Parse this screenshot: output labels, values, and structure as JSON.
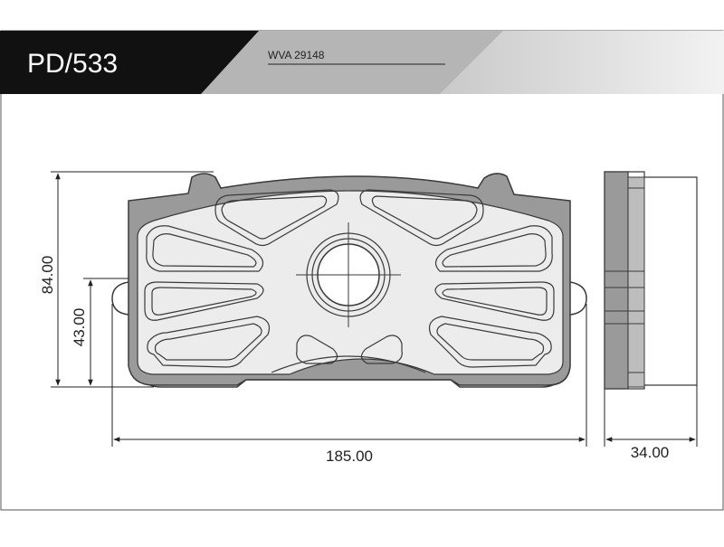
{
  "header": {
    "part_number": "PD/533",
    "wva_label": "WVA 29148"
  },
  "dimensions": {
    "height_total": "84.00",
    "height_partial": "43.00",
    "width": "185.00",
    "thickness": "34.00"
  },
  "colors": {
    "header_black": "#111111",
    "header_gray": "#b5b5b5",
    "header_light": "#dcdcdc",
    "pad_fill": "#9a9a9a",
    "pad_stroke": "#3a3a3a",
    "line": "#222222"
  }
}
